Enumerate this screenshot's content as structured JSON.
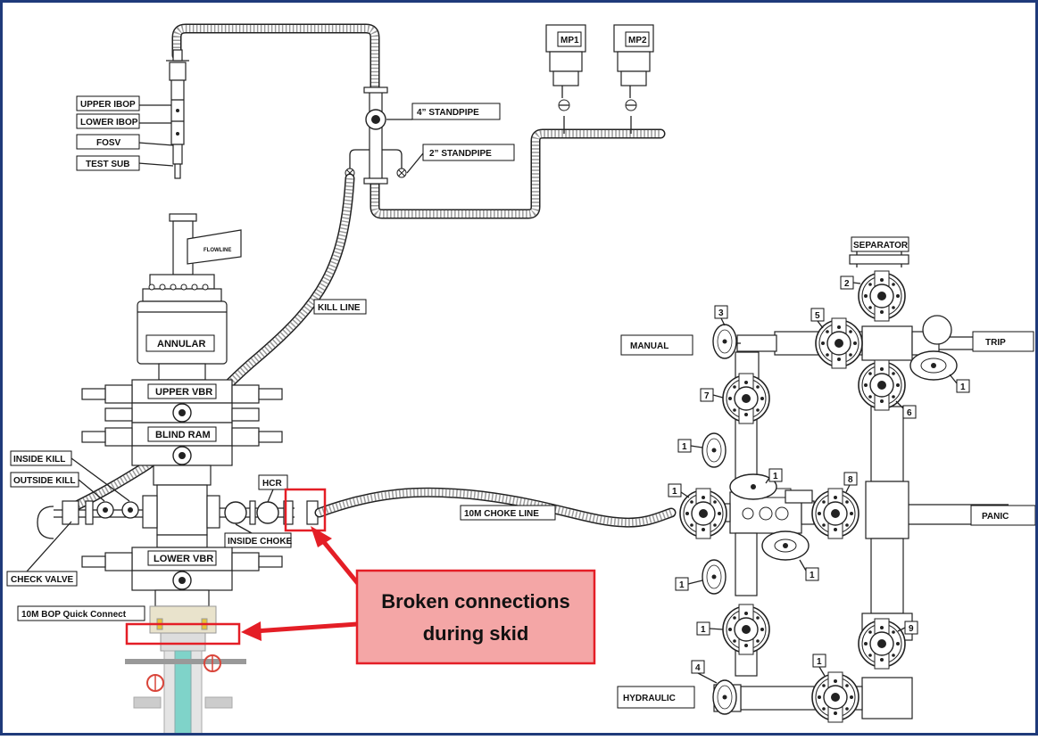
{
  "colors": {
    "frame": "#1f3a7a",
    "highlight": "#e41e26",
    "callout_fill": "#f4a6a6",
    "mud_teal": "#7fd3c9",
    "valve_red": "#d9453a"
  },
  "rig_floor": {
    "upper_ibop": "UPPER IBOP",
    "lower_ibop": "LOWER IBOP",
    "fosv": "FOSV",
    "test_sub": "TEST SUB",
    "standpipe_4": "4” STANDPIPE",
    "standpipe_2": "2” STANDPIPE",
    "mp1": "MP1",
    "mp2": "MP2",
    "flowline": "FLOWLINE",
    "kill_line": "KILL LINE"
  },
  "bop": {
    "annular": "ANNULAR",
    "upper_vbr": "UPPER VBR",
    "blind_ram": "BLIND RAM",
    "lower_vbr": "LOWER VBR",
    "inside_kill": "INSIDE KILL",
    "outside_kill": "OUTSIDE KILL",
    "check_valve": "CHECK VALVE",
    "hcr": "HCR",
    "inside_choke": "INSIDE CHOKE",
    "quick_connect": "10M BOP Quick Connect"
  },
  "choke_line": "10M CHOKE LINE",
  "manifold": {
    "separator": "SEPARATOR",
    "manual": "MANUAL",
    "trip": "TRIP",
    "panic": "PANIC",
    "hydraulic": "HYDRAULIC",
    "valve_numbers": [
      "3",
      "5",
      "2",
      "1",
      "7",
      "6",
      "1",
      "1",
      "8",
      "1",
      "1",
      "1",
      "1",
      "9",
      "4",
      "1"
    ]
  },
  "callout": {
    "line1": "Broken connections",
    "line2": "during skid"
  }
}
